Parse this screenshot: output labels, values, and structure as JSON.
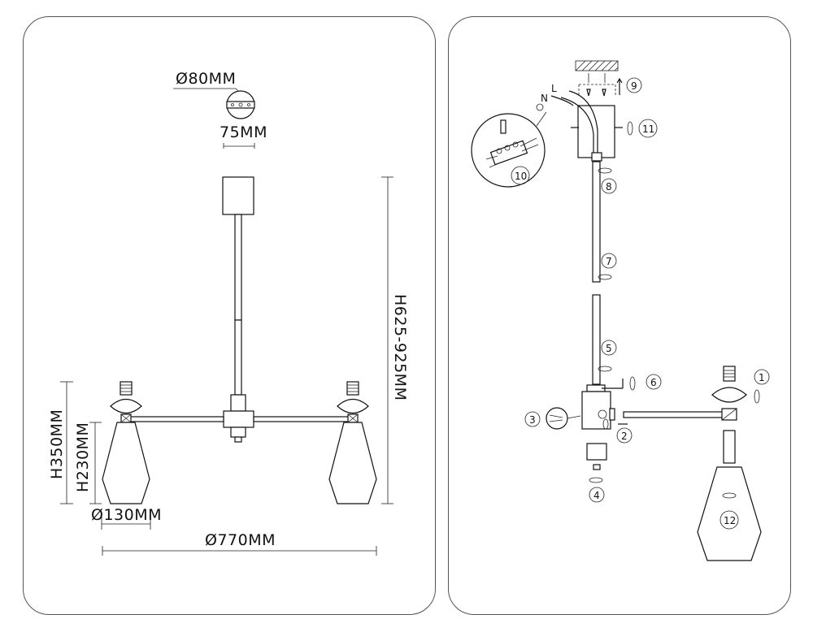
{
  "dimensions": {
    "canopy_diameter": "Ø80MM",
    "mount_spacing": "75MM",
    "height_total": "H625-925MM",
    "height_arm": "H350MM",
    "height_shade": "H230MM",
    "shade_diameter": "Ø130MM",
    "overall_diameter": "Ø770MM"
  },
  "wire_labels": {
    "neutral": "N",
    "live": "L"
  },
  "steps": [
    "1",
    "2",
    "3",
    "4",
    "5",
    "6",
    "7",
    "8",
    "9",
    "10",
    "11",
    "12"
  ],
  "colors": {
    "line": "#111111",
    "border": "#555555",
    "background": "#ffffff"
  }
}
